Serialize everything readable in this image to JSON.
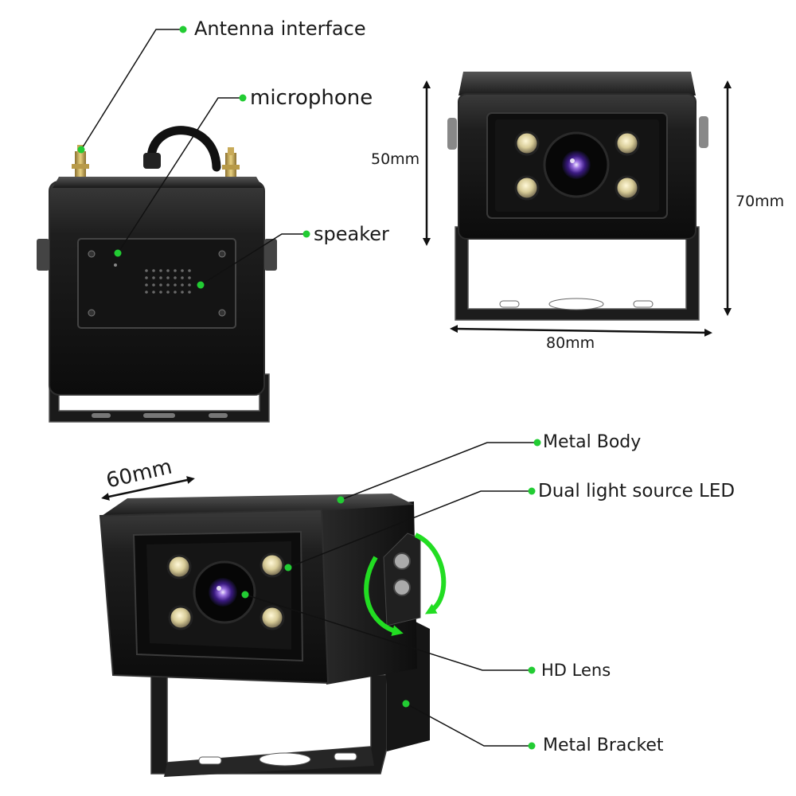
{
  "callouts": {
    "antenna": "Antenna interface",
    "microphone": "microphone",
    "speaker": "speaker",
    "metal_body": "Metal Body",
    "dual_led": "Dual light source LED",
    "hd_lens": "HD Lens",
    "metal_bracket": "Metal Bracket"
  },
  "dimensions": {
    "height_inner": "50mm",
    "height_outer": "70mm",
    "width": "80mm",
    "depth": "60mm"
  },
  "colors": {
    "callout_dot": "#22cc33",
    "leader_line": "#111111",
    "rotation_arrow": "#22dd22",
    "body": "#161616",
    "led": "#e8e0b8",
    "lens_purple": "#6a3dbf"
  }
}
